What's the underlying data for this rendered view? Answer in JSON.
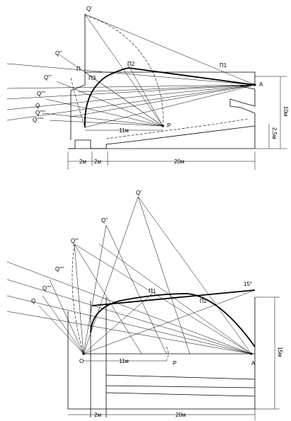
{
  "top_diagram": {
    "points": {
      "q1": "Q'",
      "q2": "Q''",
      "q3": "Q'''",
      "q4": "Q''''",
      "q5": "Q",
      "q6": "Q'''''",
      "q7": "Q''''''",
      "p": "P",
      "a": "A",
      "p1": "П1",
      "p2": "П2",
      "p3": "П3",
      "p_small": "П"
    },
    "dimensions": {
      "d11": "11м",
      "d2a": "2м",
      "d2b": "2м",
      "d20": "20м",
      "d10": "10м",
      "d25": "2,5м"
    }
  },
  "bottom_diagram": {
    "points": {
      "q1": "Q'",
      "q2": "Q''",
      "q3": "Q'''",
      "q4": "Q''''",
      "q5": "Q''''",
      "q6": "Q",
      "o": "O",
      "p": "P",
      "a": "A",
      "p1": "П1",
      "p2": "П2",
      "angle": "15°"
    },
    "dimensions": {
      "d11": "11м",
      "d2": "2м",
      "d20": "20м",
      "d15": "15м"
    }
  }
}
